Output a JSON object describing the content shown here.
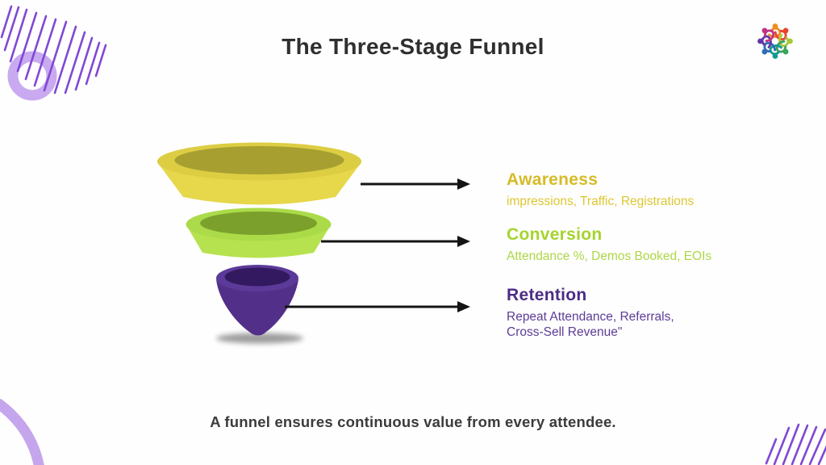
{
  "slide": {
    "title": "The Three-Stage Funnel",
    "caption": "A funnel ensures continuous value from every attendee."
  },
  "stages": [
    {
      "name": "Awareness",
      "metrics": "impressions, Traffic, Registrations",
      "heading_color": "#d6bb27",
      "metrics_color": "#ddc731",
      "funnel_band_color": "#e6d74b",
      "funnel_rim_color": "#dccd43",
      "funnel_inner_color": "#a89f31"
    },
    {
      "name": "Conversion",
      "metrics": "Attendance %, Demos Booked, EOIs",
      "heading_color": "#a6d42d",
      "metrics_color": "#aed747",
      "funnel_band_color": "#b6e24f",
      "funnel_rim_color": "#abdb49",
      "funnel_inner_color": "#7ba12c"
    },
    {
      "name": "Retention",
      "metrics": "Repeat Attendance, Referrals, Cross-Sell Revenue\"",
      "heading_color": "#4c2c85",
      "metrics_color": "#5d3d97",
      "funnel_band_color": "#523089",
      "funnel_rim_color": "#5c3a99",
      "funnel_inner_color": "#331a60"
    }
  ],
  "graphic": {
    "arrow_color": "#141414",
    "shadow_color": "#000000"
  },
  "decor": {
    "hatch_line_color": "#8048d4",
    "ring_color": "#c9aaf0",
    "arc_color": "#c5a6ed"
  },
  "logo": {
    "description": "circular community swirl of linked figures",
    "colors": [
      "#f08c1e",
      "#e8432e",
      "#a6c93a",
      "#3aa35c",
      "#159a90",
      "#2f6eb5",
      "#6236a8",
      "#c03385"
    ]
  }
}
